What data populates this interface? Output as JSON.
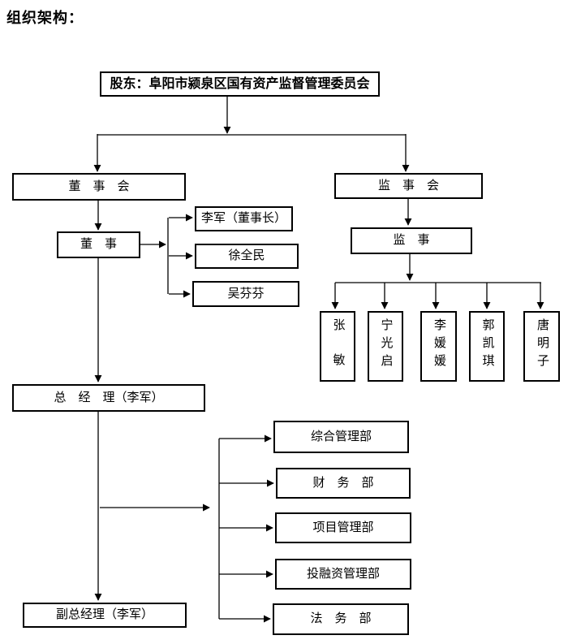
{
  "page_title": "组织架构：",
  "org_chart": {
    "shareholder": {
      "label": "股东：阜阳市颍泉区国有资产监督管理委员会"
    },
    "board_of_directors": {
      "label": "董　事　会"
    },
    "directors": {
      "label": "董　事"
    },
    "director_members": [
      {
        "label": "李军（董事长）"
      },
      {
        "label": "徐全民"
      },
      {
        "label": "吴芬芬"
      }
    ],
    "general_manager": {
      "label": "总　经　理（李军）"
    },
    "deputy_general_manager": {
      "label": "副总经理（李军）"
    },
    "supervisory_board": {
      "label": "监　事　会"
    },
    "supervisors": {
      "label": "监　事"
    },
    "supervisor_members": [
      {
        "label": "张敏"
      },
      {
        "label": "宁光启"
      },
      {
        "label": "李媛媛"
      },
      {
        "label": "郭凯琪"
      },
      {
        "label": "唐明子"
      }
    ],
    "departments": [
      {
        "label": "综合管理部"
      },
      {
        "label": "财　务　部"
      },
      {
        "label": "项目管理部"
      },
      {
        "label": "投融资管理部"
      },
      {
        "label": "法　务　部"
      }
    ]
  },
  "colors": {
    "background": "#ffffff",
    "line": "#000000",
    "box_border": "#000000",
    "text": "#000000"
  }
}
